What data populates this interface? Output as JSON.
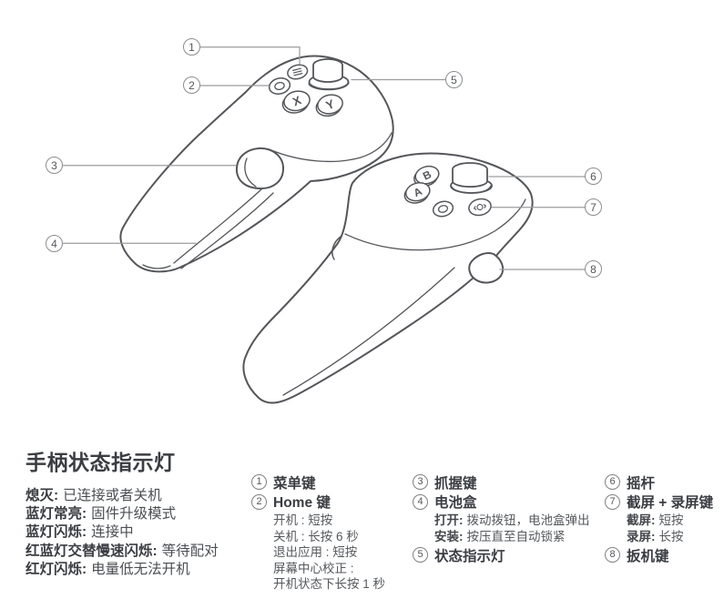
{
  "diagram": {
    "callouts": [
      "1",
      "2",
      "3",
      "4",
      "5",
      "6",
      "7",
      "8"
    ],
    "left_controller": {
      "x_label": "X",
      "y_label": "Y"
    },
    "right_controller": {
      "b_label": "B",
      "a_label": "A"
    }
  },
  "legend": {
    "status_title": "手柄状态指示灯",
    "status_items": [
      {
        "label": "熄灭:",
        "desc": "已连接或者关机"
      },
      {
        "label": "蓝灯常亮:",
        "desc": "固件升级模式"
      },
      {
        "label": "蓝灯闪烁:",
        "desc": "连接中"
      },
      {
        "label": "红蓝灯交替慢速闪烁:",
        "desc": "等待配对"
      },
      {
        "label": "红灯闪烁:",
        "desc": "电量低无法开机"
      }
    ],
    "col1": {
      "e1": {
        "num": "1",
        "title": "菜单键"
      },
      "e2": {
        "num": "2",
        "title": "Home 键",
        "subs": [
          "开机 : 短按",
          "关机 : 长按 6 秒",
          "退出应用 : 短按",
          "屏幕中心校正 :",
          "开机状态下长按 1 秒"
        ]
      }
    },
    "col2": {
      "e1": {
        "num": "3",
        "title": "抓握键"
      },
      "e2": {
        "num": "4",
        "title": "电池盒",
        "subs": [
          {
            "b": "打开:",
            "t": "拨动拨钮，电池盒弹出"
          },
          {
            "b": "安装:",
            "t": "按压直至自动锁紧"
          }
        ]
      },
      "e3": {
        "num": "5",
        "title": "状态指示灯"
      }
    },
    "col3": {
      "e1": {
        "num": "6",
        "title": "摇杆"
      },
      "e2": {
        "num": "7",
        "title": "截屏 + 录屏键",
        "subs": [
          {
            "b": "截屏:",
            "t": "短按"
          },
          {
            "b": "录屏:",
            "t": "长按"
          }
        ]
      },
      "e3": {
        "num": "8",
        "title": "扳机键"
      }
    }
  }
}
